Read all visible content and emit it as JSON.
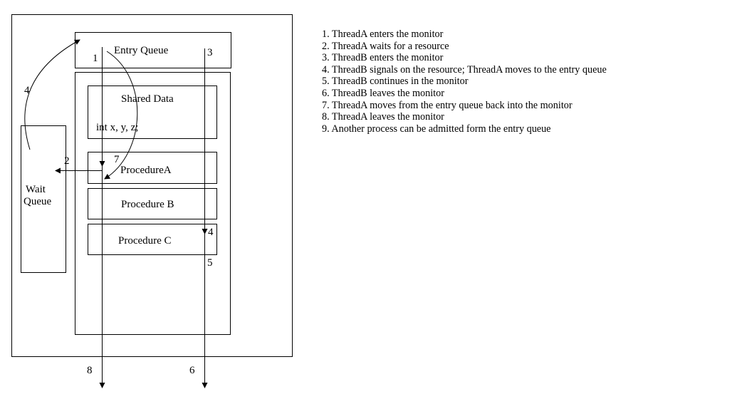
{
  "diagram": {
    "boxes": {
      "entry_queue": "Entry Queue",
      "shared_data_title": "Shared Data",
      "shared_data_vars": "int x, y, z;",
      "procedure_a": "ProcedureA",
      "procedure_b": "Procedure B",
      "procedure_c": "Procedure C",
      "wait_queue_line1": "Wait",
      "wait_queue_line2": "Queue"
    },
    "step_numbers": {
      "n1": "1",
      "n2": "2",
      "n3": "3",
      "n4_left": "4",
      "n4_right": "4",
      "n5": "5",
      "n6": "6",
      "n7": "7",
      "n8": "8"
    }
  },
  "steps": [
    "1. ThreadA enters the monitor",
    "2. ThreadA waits for a resource",
    "3. ThreadB enters the monitor",
    "4. ThreadB signals on the resource; ThreadA  moves to the entry queue",
    "5. ThreadB continues in the monitor",
    "6. ThreadB leaves the monitor",
    "7. ThreadA moves from the entry queue back into the monitor",
    "8. ThreadA leaves the monitor",
    "9. Another process can be admitted form the entry queue"
  ]
}
